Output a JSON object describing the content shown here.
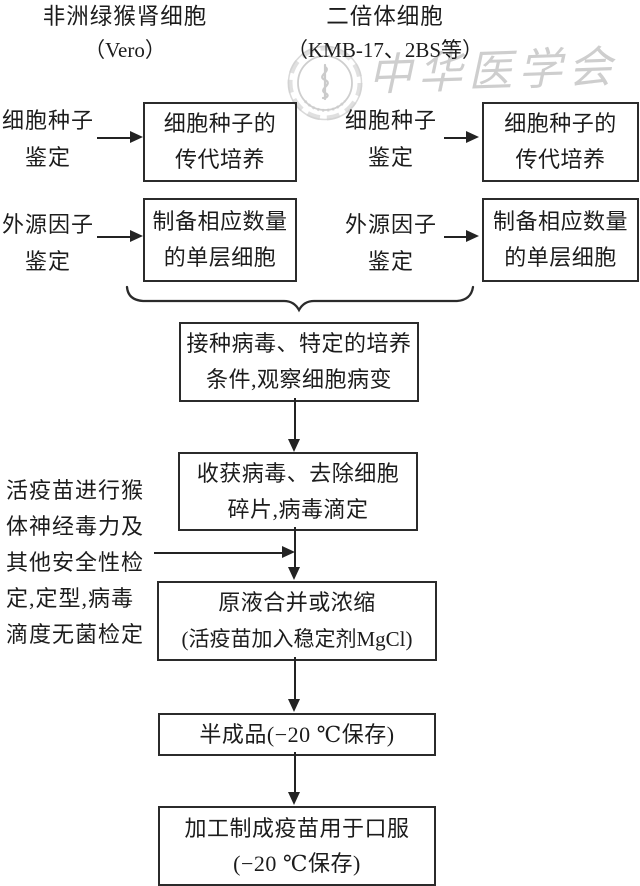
{
  "page": {
    "background": "#ffffff",
    "ink": "#1c1c1c",
    "border": "#2b2b2b",
    "watermark_gray": "#c2c2c2"
  },
  "headers": {
    "left_title": "非洲绿猴肾细胞",
    "left_subtitle": "（Vero）",
    "right_title": "二倍体细胞",
    "right_subtitle": "（KMB-17、2BS等）"
  },
  "watermark": {
    "seal_icon": "medical-association-seal-icon",
    "text": "中华医学会"
  },
  "columns": {
    "left": {
      "row1_label": [
        "细胞种子",
        "鉴定"
      ],
      "row1_box": [
        "细胞种子的",
        "传代培养"
      ],
      "row2_label": [
        "外源因子",
        "鉴定"
      ],
      "row2_box": [
        "制备相应数量",
        "的单层细胞"
      ]
    },
    "right": {
      "row1_label": [
        "细胞种子",
        "鉴定"
      ],
      "row1_box": [
        "细胞种子的",
        "传代培养"
      ],
      "row2_label": [
        "外源因子",
        "鉴定"
      ],
      "row2_box": [
        "制备相应数量",
        "的单层细胞"
      ]
    }
  },
  "flow": {
    "step1": [
      "接种病毒、特定的培养",
      "条件,观察细胞病变"
    ],
    "step2": [
      "收获病毒、去除细胞",
      "碎片,病毒滴定"
    ],
    "step3": [
      "原液合并或浓缩",
      "(活疫苗加入稳定剂MgCl)"
    ],
    "step4": [
      "半成品(−20 ℃保存)"
    ],
    "step5": [
      "加工制成疫苗用于口服",
      "(−20 ℃保存)"
    ]
  },
  "side_note": {
    "lines": [
      "活疫苗进行猴",
      "体神经毒力及",
      "其他安全性检",
      "定,定型,病毒",
      "滴度无菌检定"
    ]
  }
}
